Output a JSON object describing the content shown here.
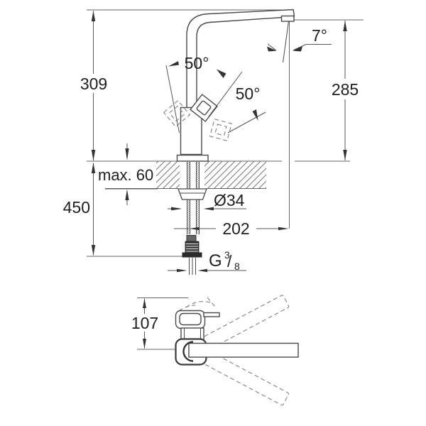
{
  "meta": {
    "description": "Kitchen faucet technical dimension drawing, side view and top view",
    "units": "mm"
  },
  "colors": {
    "background": "#ffffff",
    "line": "#4a4a4a",
    "dimension_line": "#555555",
    "dashed_line": "#8a8a8a",
    "text": "#1f1f1f",
    "hatch": "#777777"
  },
  "dimensions": {
    "height_above_deck": "309",
    "spout_outlet_height": "285",
    "outlet_angle": "7°",
    "swivel_left": "50°",
    "swivel_right": "50°",
    "max_deck_thickness": "max. 60",
    "below_deck_length": "450",
    "hole_diameter": "Ø34",
    "spout_projection": "202",
    "thread_g": "G",
    "thread_numerator": "3",
    "thread_slash": "/",
    "thread_denominator": "8",
    "top_view_depth": "107"
  }
}
